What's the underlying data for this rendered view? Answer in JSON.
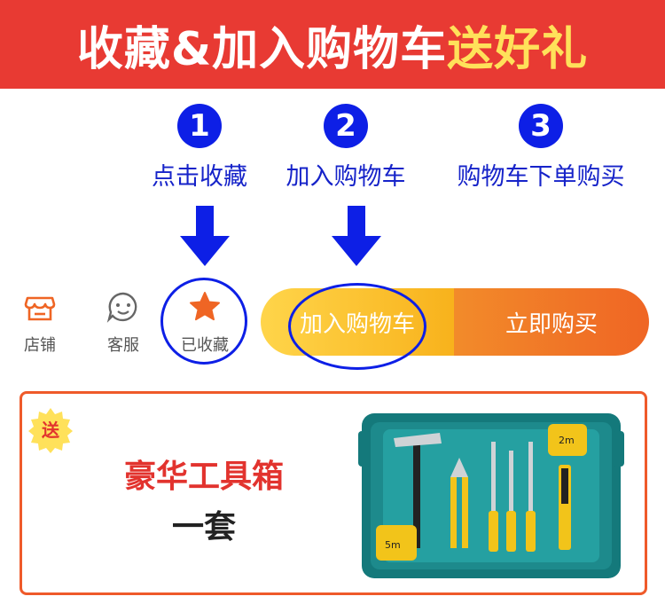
{
  "banner": {
    "text_white": "收藏&加入购物车",
    "text_highlight": "送好礼"
  },
  "steps": [
    {
      "num": "1",
      "label": "点击收藏"
    },
    {
      "num": "2",
      "label": "加入购物车"
    },
    {
      "num": "3",
      "label": "购物车下单购买"
    }
  ],
  "bottom_bar": {
    "shop_label": "店铺",
    "service_label": "客服",
    "favorite_label": "已收藏",
    "add_to_cart_label": "加入购物车",
    "buy_now_label": "立即购买"
  },
  "gift": {
    "badge": "送",
    "title": "豪华工具箱",
    "quantity": "一套"
  },
  "colors": {
    "banner_red": "#e83a33",
    "highlight_yellow": "#ffe15a",
    "annotation_blue": "#0d1fe6",
    "cart_yellow": "#f8b21c",
    "buy_orange": "#ef6524",
    "toolbox_teal": "#1d8a8c"
  }
}
